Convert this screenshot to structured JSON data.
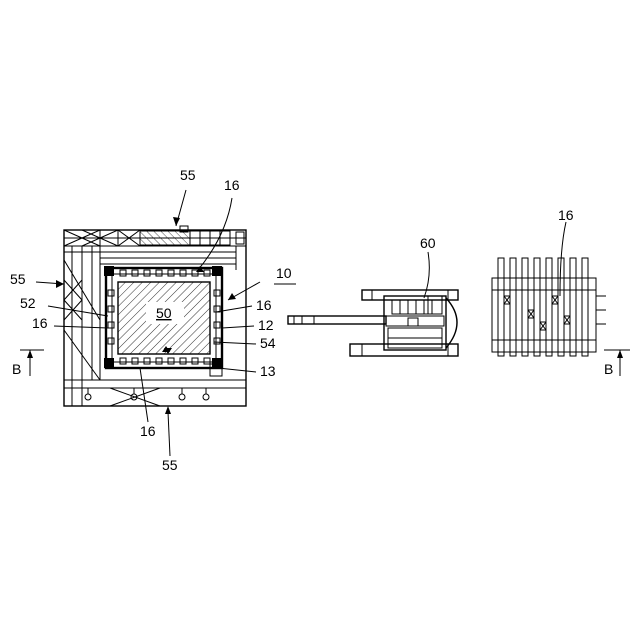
{
  "labels": {
    "l55_top": "55",
    "l16_top": "16",
    "l55_left": "55",
    "l10": "10",
    "l52": "52",
    "l16_left": "16",
    "l50": "50",
    "l16_right": "16",
    "l12": "12",
    "l54": "54",
    "l13": "13",
    "l16_bottom": "16",
    "l55_bottom": "55",
    "l60": "60",
    "l16_far": "16",
    "b_left": "B",
    "b_right": "B"
  }
}
